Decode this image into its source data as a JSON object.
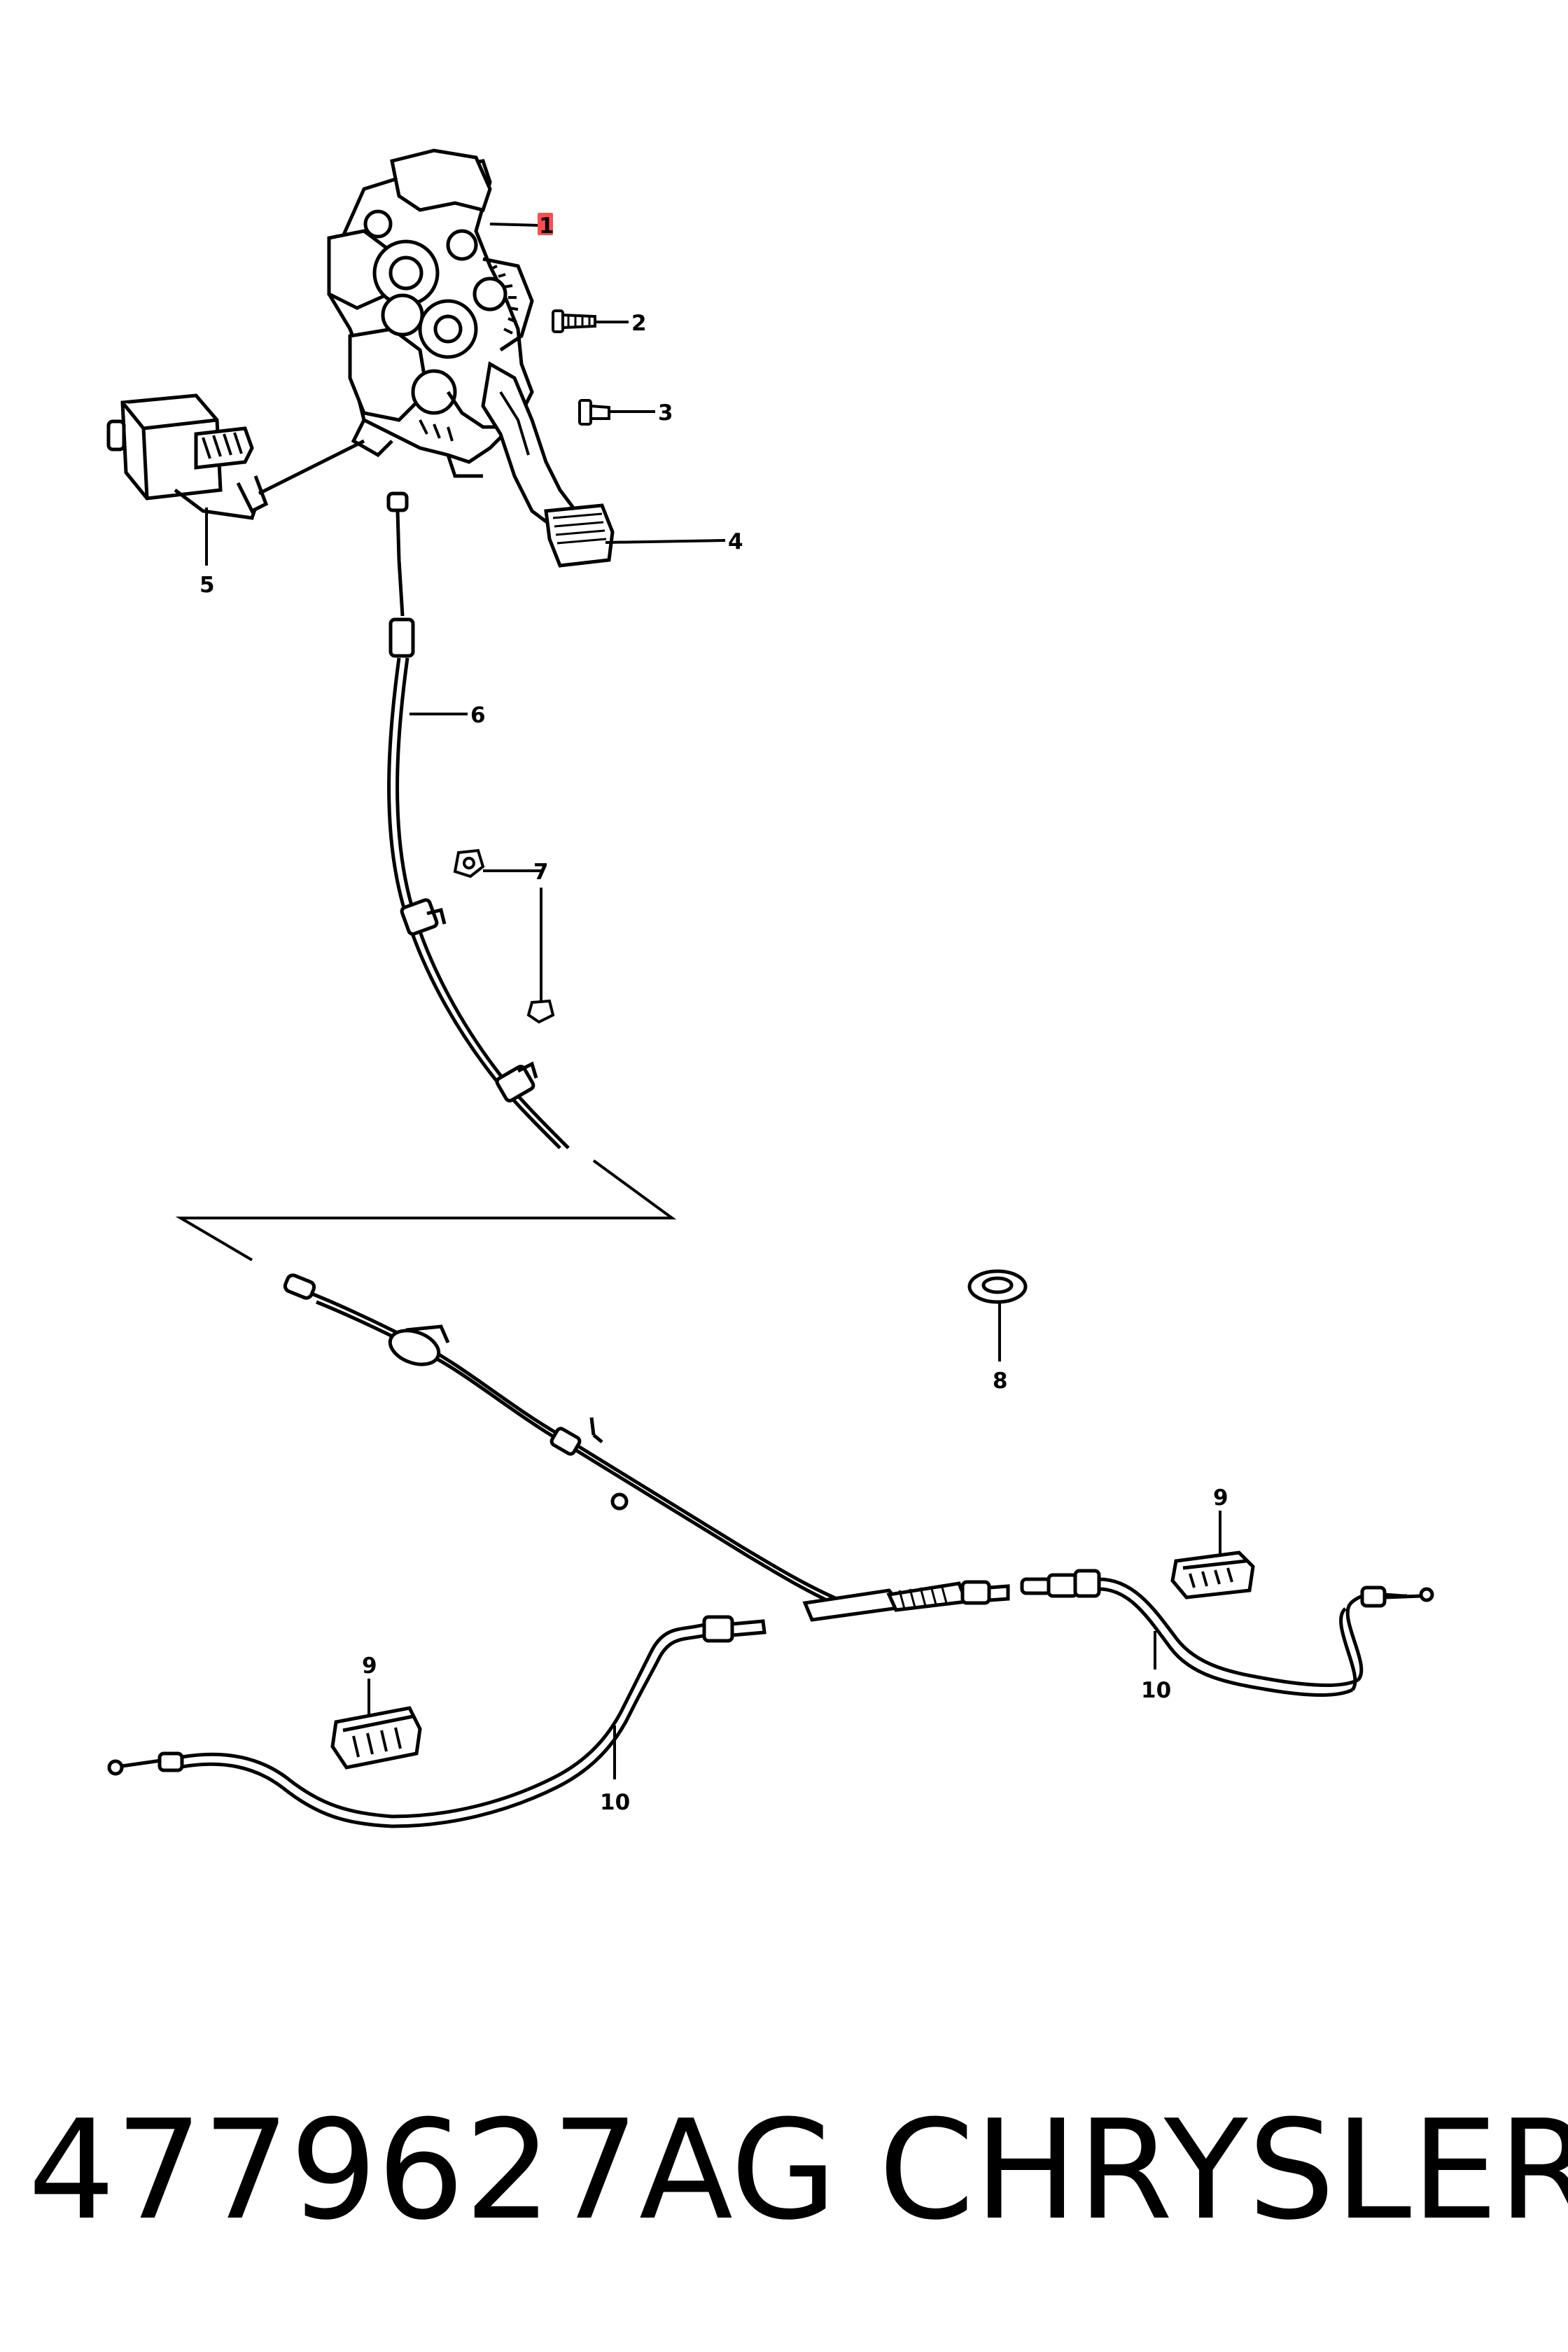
{
  "callouts": [
    {
      "id": "c1",
      "number": "1",
      "highlighted": true
    },
    {
      "id": "c2",
      "number": "2"
    },
    {
      "id": "c3",
      "number": "3"
    },
    {
      "id": "c4",
      "number": "4"
    },
    {
      "id": "c5",
      "number": "5"
    },
    {
      "id": "c6",
      "number": "6"
    },
    {
      "id": "c7",
      "number": "7"
    },
    {
      "id": "c8",
      "number": "8"
    },
    {
      "id": "c9a",
      "number": "9"
    },
    {
      "id": "c9b",
      "number": "9"
    },
    {
      "id": "c10a",
      "number": "10"
    },
    {
      "id": "c10b",
      "number": "10"
    }
  ],
  "footer": {
    "part_number": "4779627AG",
    "brand": "CHRYSLER"
  },
  "colors": {
    "line": "#000000",
    "background": "#ffffff",
    "highlight": "#ff4d4d"
  }
}
